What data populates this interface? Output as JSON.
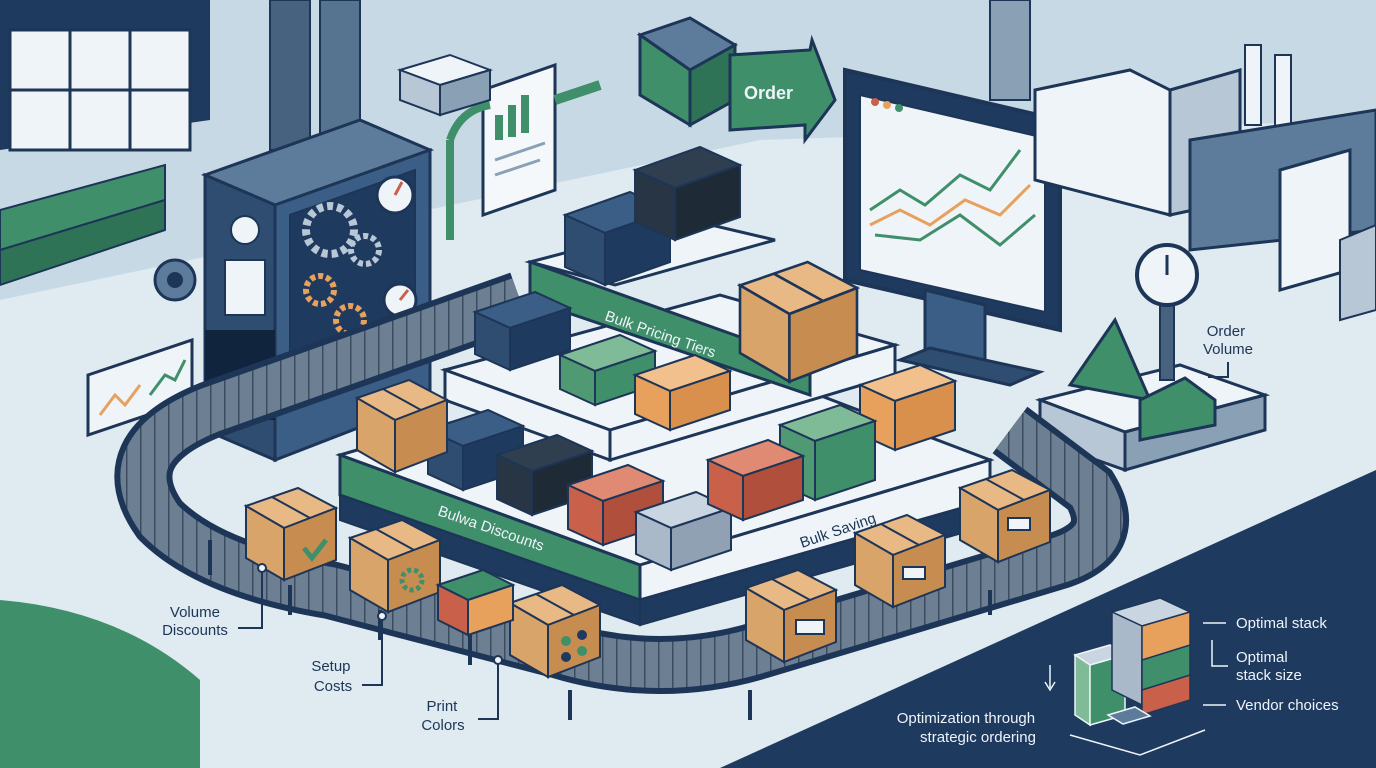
{
  "order_flag": "Order",
  "tiers": {
    "top": "Bulk Pricing Tiers",
    "bottom_left": "Bulwa Discounts",
    "bottom_right": "Bulk Saving"
  },
  "order_volume": [
    "Order",
    "Volume"
  ],
  "conveyor_labels": {
    "volume_discounts": [
      "Volume",
      "Discounts"
    ],
    "setup_costs": [
      "Setup",
      "Costs"
    ],
    "print_colors": [
      "Print",
      "Colors"
    ]
  },
  "legend": {
    "optimal_stack": "Optimal stack",
    "optimal_stack_size": [
      "Optimal",
      "stack size"
    ],
    "vendor_choices": "Vendor choices"
  },
  "caption": [
    "Optimization through",
    "strategic ordering"
  ],
  "colors": {
    "navy": "#1f3a5f",
    "green": "#3f8f6a",
    "cardboard": "#d9a46a",
    "orange": "#e8a15d",
    "red": "#c9604a",
    "background": "#dfeaf1"
  }
}
